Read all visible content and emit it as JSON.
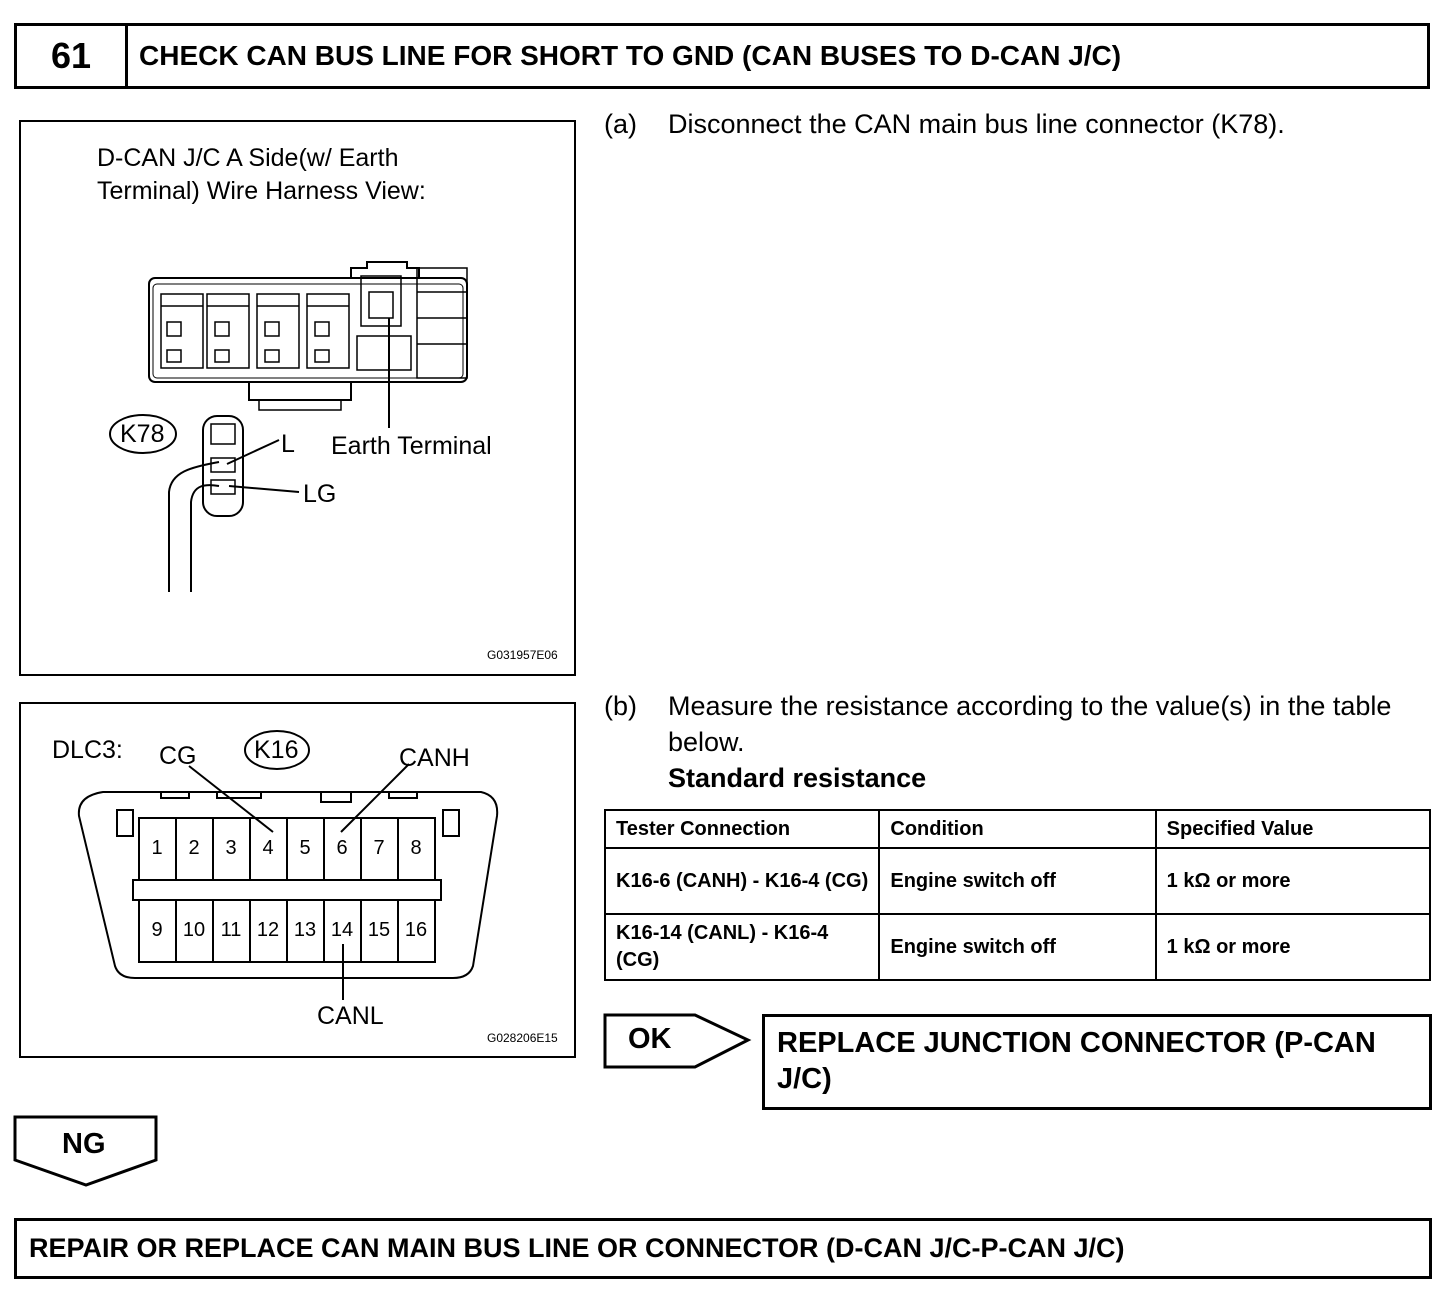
{
  "step": {
    "number": "61",
    "title": "CHECK CAN BUS LINE FOR SHORT TO GND (CAN BUSES TO D-CAN J/C)"
  },
  "figure1": {
    "caption": "D-CAN J/C A Side(w/ Earth Terminal) Wire Harness View:",
    "connector_id": "K78",
    "label_l": "L",
    "label_lg": "LG",
    "earth_terminal": "Earth Terminal",
    "code": "G031957E06"
  },
  "figure2": {
    "title": "DLC3:",
    "connector_id": "K16",
    "label_cg": "CG",
    "label_canh": "CANH",
    "label_canl": "CANL",
    "pins_top": [
      "1",
      "2",
      "3",
      "4",
      "5",
      "6",
      "7",
      "8"
    ],
    "pins_bottom": [
      "9",
      "10",
      "11",
      "12",
      "13",
      "14",
      "15",
      "16"
    ],
    "code": "G028206E15"
  },
  "instructions": {
    "a_letter": "(a)",
    "a_text": "Disconnect the CAN main bus line connector (K78).",
    "b_letter": "(b)",
    "b_text": "Measure the resistance according to the value(s) in the table below.",
    "standard_heading": "Standard resistance"
  },
  "table": {
    "headers": [
      "Tester Connection",
      "Condition",
      "Specified Value"
    ],
    "rows": [
      [
        "K16-6 (CANH) - K16-4 (CG)",
        "Engine switch off",
        "1 kΩ or more"
      ],
      [
        "K16-14 (CANL) - K16-4 (CG)",
        "Engine switch off",
        "1 kΩ or more"
      ]
    ]
  },
  "results": {
    "ok_label": "OK",
    "ok_action": "REPLACE JUNCTION CONNECTOR (P-CAN J/C)",
    "ng_label": "NG",
    "ng_action": "REPAIR OR REPLACE CAN MAIN BUS LINE OR CONNECTOR (D-CAN J/C-P-CAN J/C)"
  }
}
